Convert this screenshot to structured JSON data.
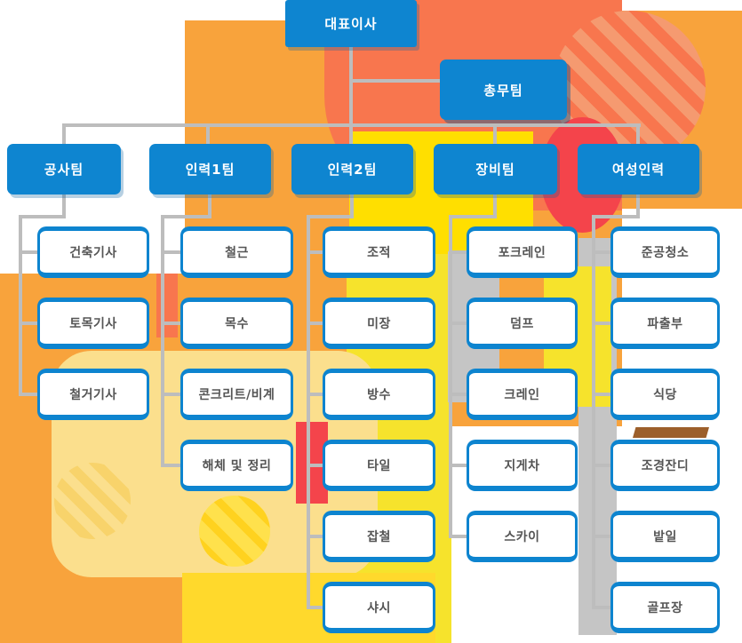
{
  "diagram": {
    "root": {
      "label": "대표이사"
    },
    "staff": {
      "label": "총무팀"
    },
    "teams": [
      {
        "label": "공사팀",
        "members": [
          "건축기사",
          "토목기사",
          "철거기사"
        ]
      },
      {
        "label": "인력1팀",
        "members": [
          "철근",
          "목수",
          "콘크리트/비계",
          "해체 및 정리"
        ]
      },
      {
        "label": "인력2팀",
        "members": [
          "조적",
          "미장",
          "방수",
          "타일",
          "잡철",
          "샤시"
        ]
      },
      {
        "label": "장비팀",
        "members": [
          "포크레인",
          "덤프",
          "크레인",
          "지게차",
          "스카이"
        ]
      },
      {
        "label": "여성인력",
        "members": [
          "준공청소",
          "파출부",
          "식당",
          "조경잔디",
          "밭일",
          "골프장"
        ]
      }
    ],
    "colors": {
      "node_blue": "#0e85d0",
      "node_text": "#ffffff",
      "member_border": "#0d84cf",
      "member_text": "#555555",
      "connector_gray": "#bdbdbd",
      "bg_orange": "#F8A33C",
      "bg_tomato": "#F8764E",
      "bg_yellow": "#FFDF00",
      "bg_yellow_soft": "#F6E32C",
      "bg_red": "#F4444B",
      "bg_gray": "#C5C5C5",
      "bg_cream": "#FBDF8D",
      "bg_yellow_bottom": "#FFD92C",
      "bg_brown": "#9C5F2B"
    }
  }
}
